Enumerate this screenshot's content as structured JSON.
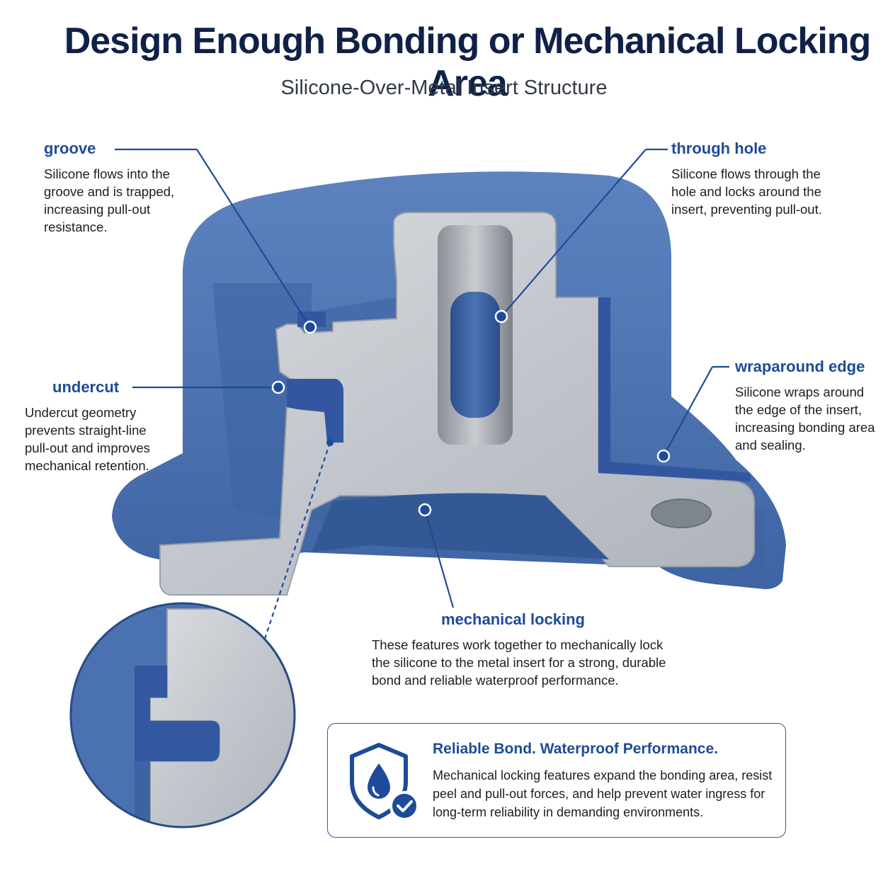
{
  "header": {
    "title": "Design Enough Bonding or Mechanical Locking Area",
    "subtitle": "Silicone-Over-Metal Insert Structure"
  },
  "callouts": {
    "groove": {
      "title": "groove",
      "text": "Silicone flows into the groove and is trapped, increasing pull-out resistance."
    },
    "through_hole": {
      "title": "through hole",
      "text": "Silicone flows through the hole and locks around the insert, preventing pull-out."
    },
    "undercut": {
      "title": "undercut",
      "text": "Undercut geometry prevents straight-line pull-out and improves mechanical retention."
    },
    "wraparound_edge": {
      "title": "wraparound edge",
      "text": "Silicone wraps around the edge of the insert, increasing bonding area and sealing."
    },
    "mechanical_locking": {
      "title": "mechanical locking",
      "text": "These features work together to mechanically lock the silicone to the metal insert for a strong, durable bond and reliable waterproof performance."
    }
  },
  "info_box": {
    "title": "Reliable Bond. Waterproof Performance.",
    "text": "Mechanical locking features expand the bonding area, resist peel and pull-out forces, and help prevent water ingress for long-term reliability in demanding environments.",
    "icon": "shield-water-drop-check-icon"
  },
  "colors": {
    "silicone": "#4a72b0",
    "silicone_dark": "#2f5593",
    "metal": "#c8ccd2",
    "accent": "#1d4b9a",
    "title": "#0f2147"
  }
}
